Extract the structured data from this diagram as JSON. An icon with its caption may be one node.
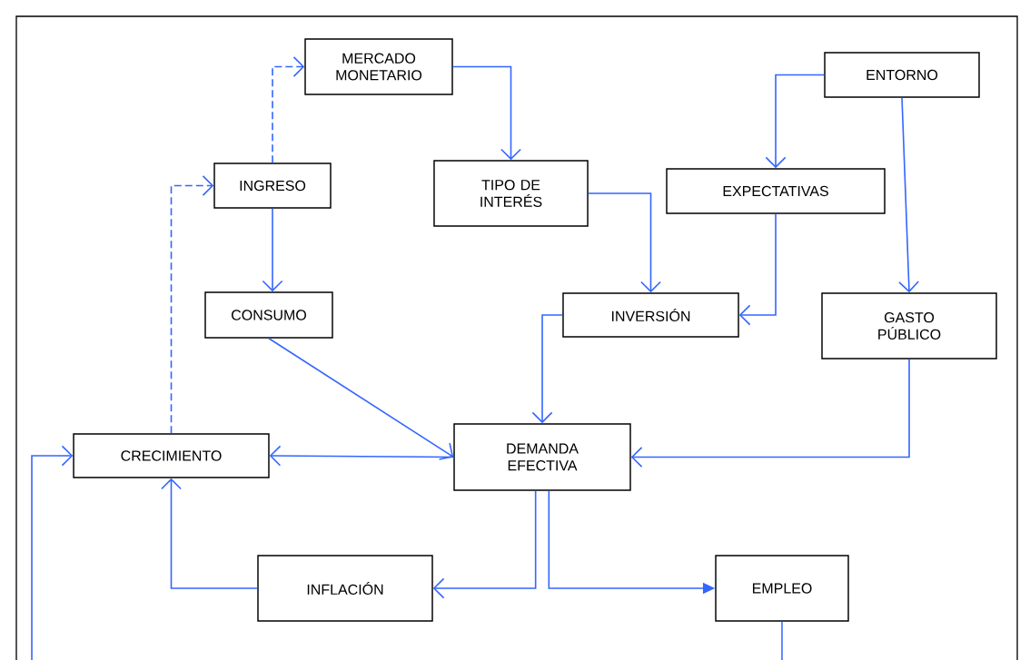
{
  "diagram": {
    "nodes": [
      {
        "text": [
          "MERCADO MONETARIO"
        ]
      },
      {
        "text": [
          "ENTORNO"
        ]
      },
      {
        "text": [
          "INGRESO"
        ]
      },
      {
        "text": [
          "TIPO DE INTERÉS"
        ]
      },
      {
        "text": [
          "EXPECTATIVAS"
        ]
      },
      {
        "text": [
          "CONSUMO"
        ]
      },
      {
        "text": [
          "INVERSIÓN"
        ]
      },
      {
        "text": [
          "GASTO PÚBLICO"
        ]
      },
      {
        "text": [
          "CRECIMIENTO"
        ]
      },
      {
        "text": [
          "DEMANDA EFECTIVA"
        ]
      },
      {
        "text": [
          "INFLACIÓN"
        ]
      },
      {
        "text": [
          "EMPLEO"
        ]
      }
    ],
    "edges": [
      {
        "from": 0,
        "to": 3,
        "arrow": "to"
      },
      {
        "from": 1,
        "to": 4,
        "arrow": "to"
      },
      {
        "from": 1,
        "to": 7,
        "arrow": "to"
      },
      {
        "from": 2,
        "to": 0,
        "arrow": "to",
        "style": "dashed"
      },
      {
        "from": 2,
        "to": 5,
        "arrow": "to"
      },
      {
        "from": 3,
        "to": 6,
        "arrow": "to"
      },
      {
        "from": 4,
        "to": 6,
        "arrow": "to"
      },
      {
        "from": 5,
        "to": 9,
        "arrow": "to"
      },
      {
        "from": 6,
        "to": 9,
        "arrow": "to"
      },
      {
        "from": 7,
        "to": 9,
        "arrow": "to"
      },
      {
        "from": 9,
        "to": 8,
        "arrow": "to"
      },
      {
        "from": 8,
        "to": 2,
        "arrow": "to",
        "style": "dashed"
      },
      {
        "from": 9,
        "to": 10,
        "arrow": "to"
      },
      {
        "from": 9,
        "to": 11,
        "arrow": "to"
      },
      {
        "from": 10,
        "to": 8,
        "arrow": "to"
      },
      {
        "from": 11,
        "to": null,
        "arrow": "none"
      },
      {
        "from": null,
        "to": 8,
        "arrow": "to"
      }
    ]
  }
}
